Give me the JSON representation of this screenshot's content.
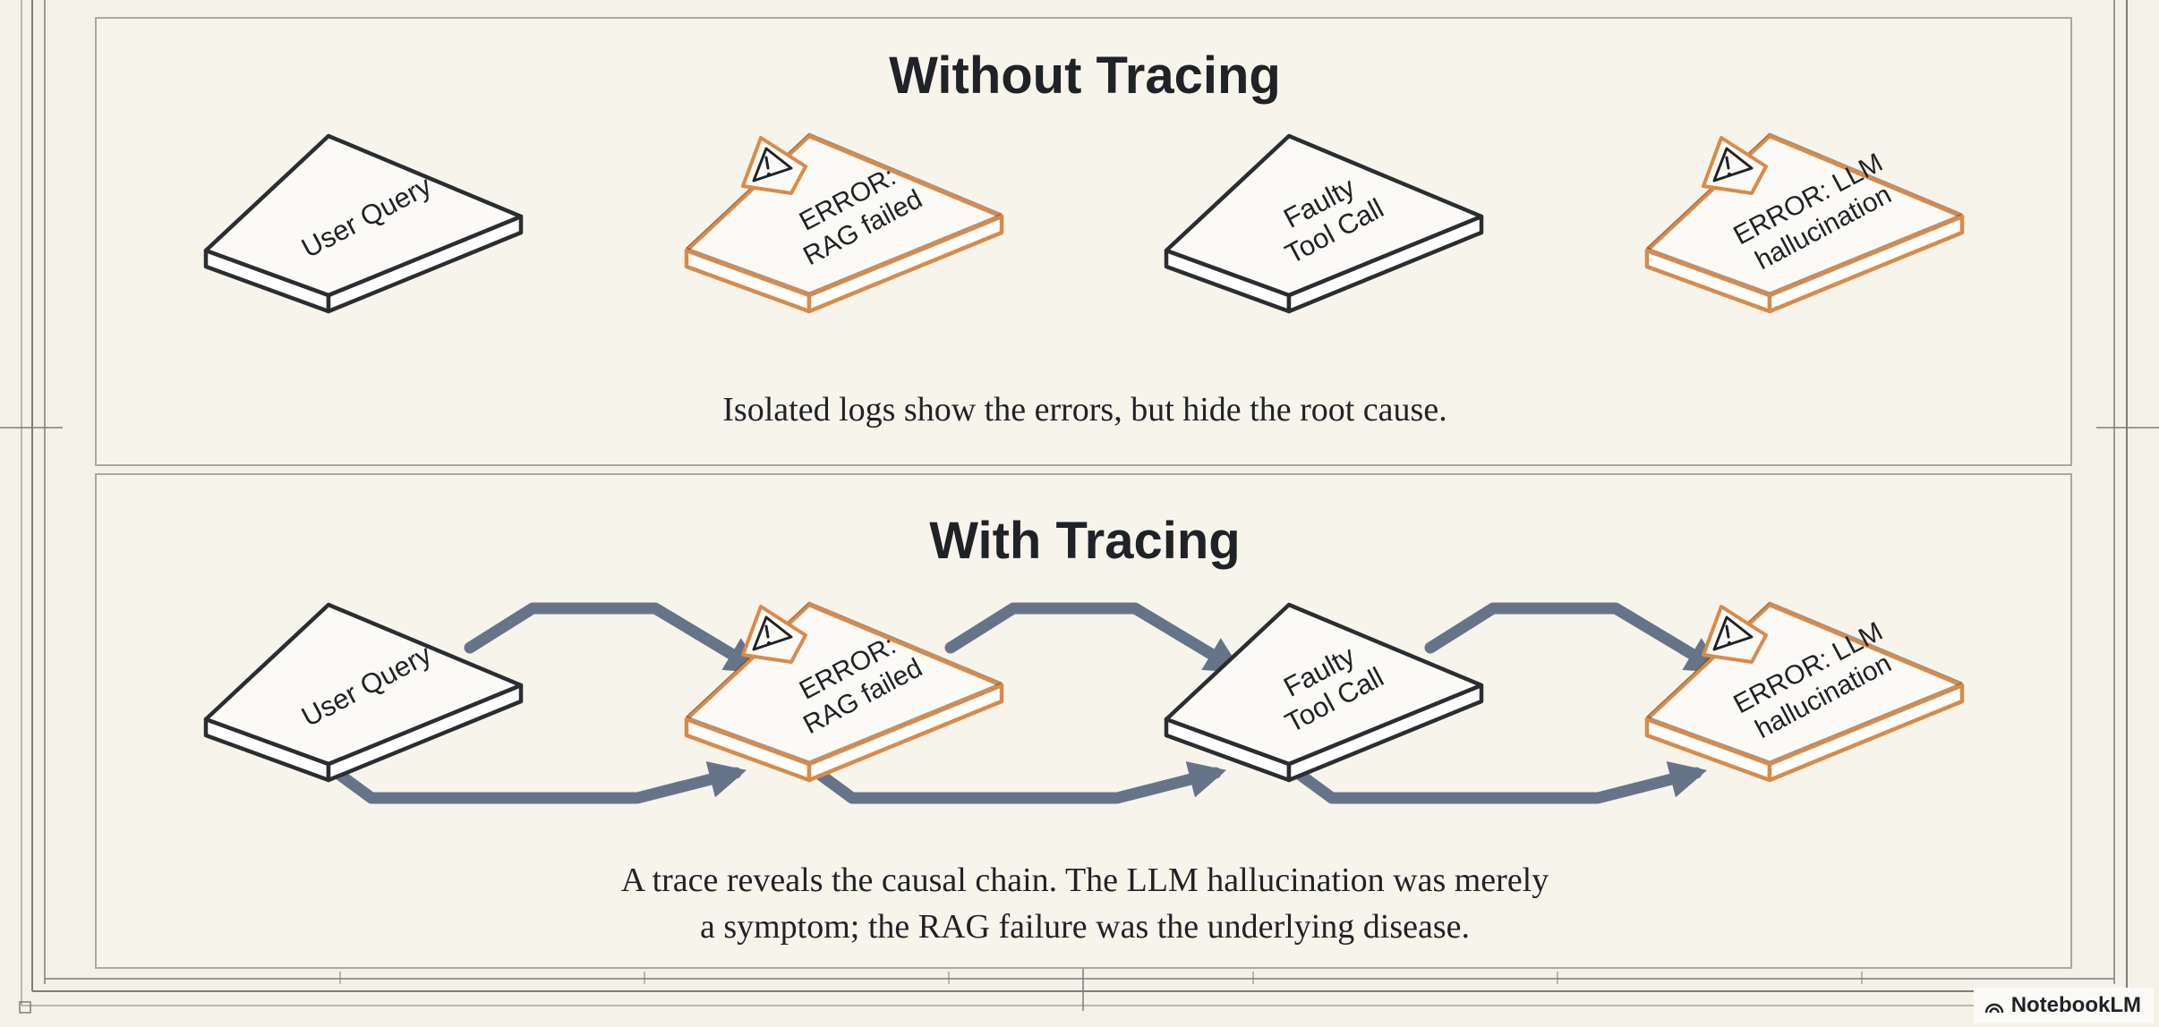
{
  "panels": {
    "without": {
      "title": "Without Tracing",
      "caption": "Isolated logs show the errors, but hide the root cause.",
      "cards": [
        {
          "lines": [
            "User Query"
          ],
          "error": false
        },
        {
          "lines": [
            "ERROR:",
            "RAG failed"
          ],
          "error": true
        },
        {
          "lines": [
            "Faulty",
            "Tool Call"
          ],
          "error": false
        },
        {
          "lines": [
            "ERROR: LLM",
            "hallucination"
          ],
          "error": true
        }
      ]
    },
    "with": {
      "title": "With Tracing",
      "caption_lines": [
        "A trace reveals the causal chain. The LLM hallucination was merely",
        "a symptom; the RAG failure was the underlying disease."
      ],
      "cards": [
        {
          "lines": [
            "User Query"
          ],
          "error": false
        },
        {
          "lines": [
            "ERROR:",
            "RAG failed"
          ],
          "error": true
        },
        {
          "lines": [
            "Faulty",
            "Tool Call"
          ],
          "error": false
        },
        {
          "lines": [
            "ERROR: LLM",
            "hallucination"
          ],
          "error": true
        }
      ]
    }
  },
  "brand": {
    "label": "NotebookLM"
  },
  "colors": {
    "background": "#f4f1e8",
    "ink": "#2a2d31",
    "error": "#d98a4a",
    "arrow": "#66748a"
  }
}
